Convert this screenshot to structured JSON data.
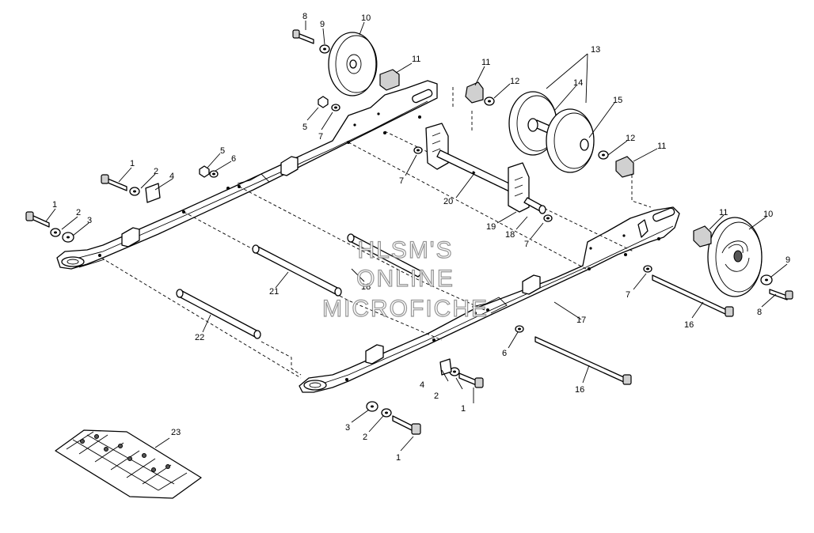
{
  "watermark": {
    "line1": "HLSM'S",
    "line2": "ONLINE",
    "line3": "MICROFICHE"
  },
  "callouts": {
    "c1a": "1",
    "c1b": "1",
    "c1c": "1",
    "c1d": "1",
    "c2a": "2",
    "c2b": "2",
    "c2c": "2",
    "c2d": "2",
    "c3a": "3",
    "c3b": "3",
    "c4a": "4",
    "c4b": "4",
    "c5a": "5",
    "c5b": "5",
    "c6a": "6",
    "c6b": "6",
    "c7a": "7",
    "c7b": "7",
    "c7c": "7",
    "c7d": "7",
    "c8a": "8",
    "c8b": "8",
    "c9a": "9",
    "c9b": "9",
    "c10a": "10",
    "c10b": "10",
    "c11a": "11",
    "c11b": "11",
    "c11c": "11",
    "c11d": "11",
    "c12a": "12",
    "c12b": "12",
    "c13": "13",
    "c14": "14",
    "c15": "15",
    "c16a": "16",
    "c16b": "16",
    "c17": "17",
    "c18a": "18",
    "c18b": "18",
    "c19": "19",
    "c20": "20",
    "c21": "21",
    "c22": "22",
    "c23": "23"
  }
}
